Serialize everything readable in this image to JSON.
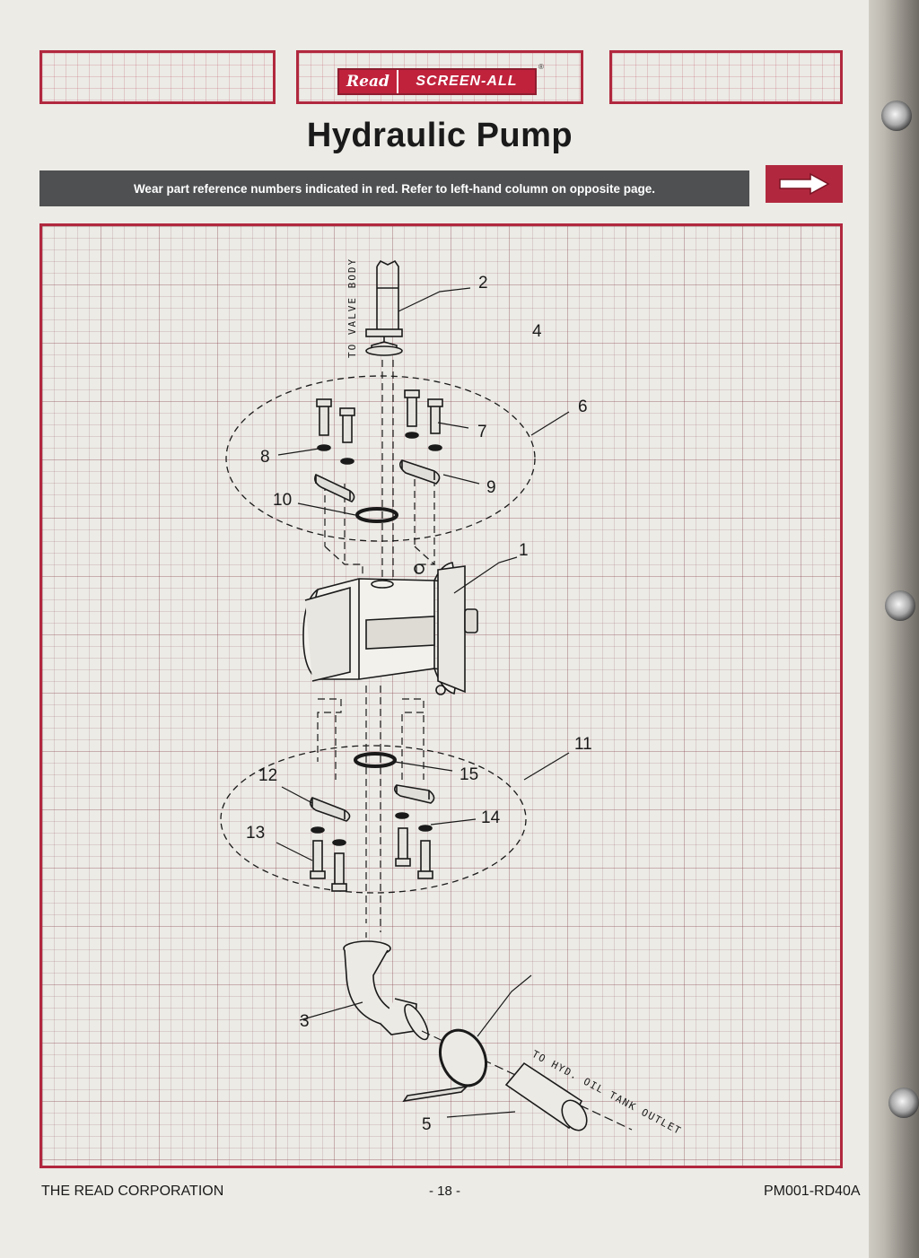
{
  "brand": {
    "logo_left": "Read",
    "logo_right": "SCREEN-ALL",
    "registered": "®"
  },
  "page_title": "Hydraulic Pump",
  "banner_text": "Wear part reference numbers indicated in red. Refer to left-hand column on opposite page.",
  "diagram": {
    "labels": {
      "to_valve_body": "TO VALVE BODY",
      "to_tank_outlet": "TO HYD. OIL TANK OUTLET"
    },
    "callouts": [
      "1",
      "2",
      "3",
      "4",
      "5",
      "6",
      "7",
      "8",
      "9",
      "10",
      "11",
      "12",
      "13",
      "14",
      "15"
    ]
  },
  "footer": {
    "company": "THE READ CORPORATION",
    "page_number": "- 18 -",
    "doc_code": "PM001-RD40A"
  },
  "colors": {
    "accent": "#b1283e",
    "banner": "#4e5052",
    "paper": "#ecebe6"
  }
}
